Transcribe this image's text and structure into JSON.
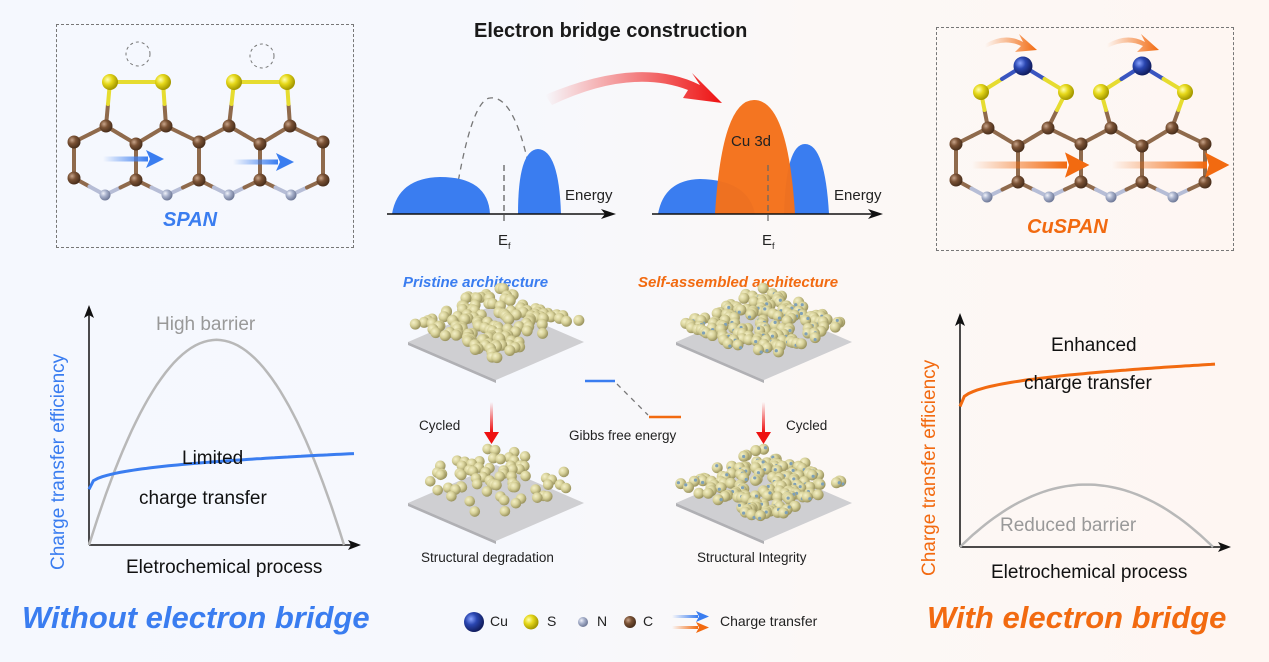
{
  "title": "Electron bridge construction",
  "colors": {
    "blue": "#3a7df0",
    "orange": "#f26a10",
    "red_arrow": "#ee1111",
    "gray_curve": "#b8b8b8",
    "cu": "#2a46b0",
    "s": "#e6d81a",
    "n": "#a9b2cc",
    "c": "#7a5235"
  },
  "left_panel": {
    "molecule_label": "SPAN",
    "footer": "Without electron bridge",
    "chart": {
      "ylabel": "Charge transfer efficiency",
      "xlabel": "Eletrochemical process",
      "barrier_label": "High barrier",
      "transfer_label_1": "Limited",
      "transfer_label_2": "charge transfer"
    }
  },
  "right_panel": {
    "molecule_label": "CuSPAN",
    "footer": "With electron bridge",
    "chart": {
      "ylabel": "Charge transfer efficiency",
      "xlabel": "Eletrochemical process",
      "barrier_label": "Reduced barrier",
      "transfer_label_1": "Enhanced",
      "transfer_label_2": "charge transfer"
    }
  },
  "center": {
    "dos_left": {
      "energy_label": "Energy",
      "fermi_label": "E",
      "fermi_sub": "f"
    },
    "dos_right": {
      "energy_label": "Energy",
      "fermi_label": "E",
      "fermi_sub": "f",
      "peak_label": "Cu 3d"
    },
    "pristine_label": "Pristine architecture",
    "self_assembled_label": "Self-assembled architecture",
    "cycled_left": "Cycled",
    "cycled_right": "Cycled",
    "gibbs_label": "Gibbs free energy",
    "degradation_label": "Structural degradation",
    "integrity_label": "Structural Integrity"
  },
  "legend": {
    "items": [
      {
        "name": "cu",
        "label": "Cu"
      },
      {
        "name": "s",
        "label": "S"
      },
      {
        "name": "n",
        "label": "N"
      },
      {
        "name": "c",
        "label": "C"
      }
    ],
    "arrow_label": "Charge transfer"
  },
  "chart_data": [
    {
      "type": "line",
      "title": "Without electron bridge",
      "xlabel": "Eletrochemical process",
      "ylabel": "Charge transfer efficiency",
      "series": [
        {
          "name": "High barrier",
          "shape": "parabola",
          "relative_peak": 0.92
        },
        {
          "name": "Limited charge transfer",
          "shape": "log-saturating",
          "start": 0.25,
          "plateau": 0.41
        }
      ]
    },
    {
      "type": "line",
      "title": "With electron bridge",
      "xlabel": "Eletrochemical process",
      "ylabel": "Charge transfer efficiency",
      "series": [
        {
          "name": "Enhanced charge transfer",
          "shape": "log-saturating",
          "start": 0.63,
          "plateau": 0.82
        },
        {
          "name": "Reduced barrier",
          "shape": "parabola",
          "relative_peak": 0.28
        }
      ]
    }
  ]
}
